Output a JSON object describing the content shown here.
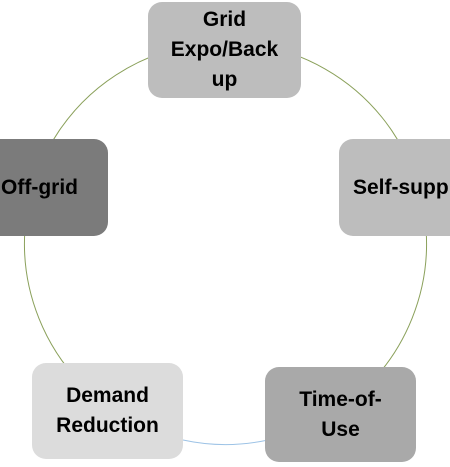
{
  "diagram": {
    "type": "cycle",
    "nodes": [
      {
        "id": "grid",
        "label": "Grid\nExpo/Back\nup",
        "fill": "#bdbdbd"
      },
      {
        "id": "self",
        "label": "Self-supp",
        "fill": "#bdbdbd"
      },
      {
        "id": "time",
        "label": "Time-of-\nUse",
        "fill": "#a9a9a9"
      },
      {
        "id": "demand",
        "label": "Demand\nReduction",
        "fill": "#dcdcdc"
      },
      {
        "id": "off",
        "label": "Off-grid",
        "fill": "#7b7b7b"
      }
    ],
    "ring": {
      "colors": [
        "#8aa05a",
        "#9dc3e6"
      ]
    }
  }
}
